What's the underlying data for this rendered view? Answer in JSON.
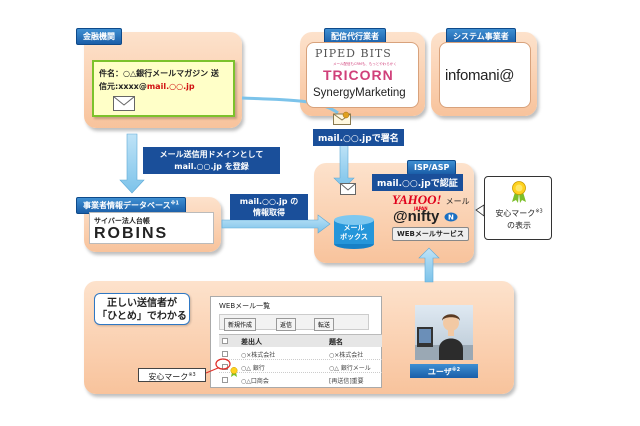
{
  "bank": {
    "tag": "金融機関",
    "email_subject": "件名：○△銀行メールマガジン 送",
    "email_from_prefix": "信元:xxxx@",
    "email_from_domain": "mail.○○.jp"
  },
  "distributor": {
    "tag": "配信代行業者",
    "logo1": "PIPED BITS",
    "logo1_sub": "メール配信もCRMも、もっとやわらかく",
    "logo2": "TRICORN",
    "logo3": "SynergyMarketing"
  },
  "system": {
    "tag": "システム事業者",
    "logo": "infomani@"
  },
  "register_label": {
    "line1": "メール送信用ドメインとして",
    "line2": "mail.○○.jp を登録"
  },
  "sign_label": {
    "domain": "mail.○○.jp",
    "suffix": "で署名"
  },
  "db": {
    "tag": "事業者情報データベース",
    "tag_note": "※1",
    "robins_pre": "サイバー法人台帳",
    "robins_logo": "ROBINS"
  },
  "info_label": {
    "line1": "mail.○○.jp の",
    "line2": "情報取得"
  },
  "isp": {
    "tag": "ISP/ASP",
    "auth_domain": "mail.○○.jp",
    "auth_suffix": "で認証",
    "mailbox": "メール\nボックス",
    "yahoo": "YAHOO!",
    "yahoo_sub": "JAPAN",
    "yahoo_mail": "メール",
    "nifty": "@nifty",
    "webmail": "WEBメールサービス"
  },
  "anshin": {
    "line1": "安心マーク",
    "note": "※3",
    "line2": "の表示"
  },
  "bottom": {
    "callout_line1": "正しい送信者が",
    "callout_line2": "「ひとめ」でわかる",
    "window_title": "WEBメール一覧",
    "btn_new": "新規作成",
    "btn_reply": "返信",
    "btn_forward": "転送",
    "col_sender": "差出人",
    "col_subject": "題名",
    "rows": [
      {
        "sender": "○×株式会社",
        "subject": "○×株式会社"
      },
      {
        "sender": "○△ 銀行",
        "subject": "○△ 銀行メール"
      },
      {
        "sender": "○△口商会",
        "subject": "[再送信]重要"
      }
    ],
    "anshin_label": "安心マーク",
    "anshin_note": "※3",
    "user_label": "ユーザ",
    "user_note": "※2"
  }
}
